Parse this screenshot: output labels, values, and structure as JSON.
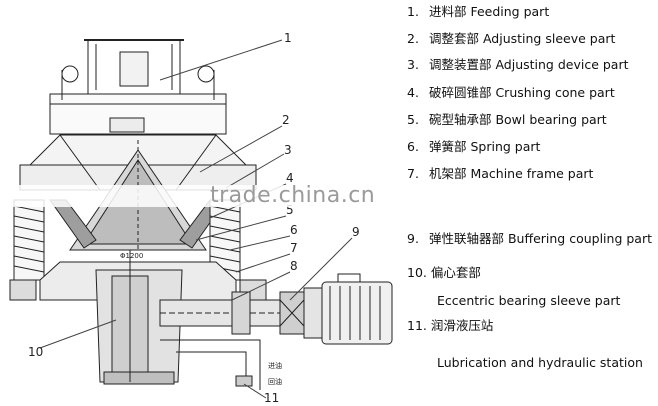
{
  "watermark": "trade.china.cn",
  "legend": [
    {
      "num": "1.",
      "text": "进料部 Feeding part"
    },
    {
      "num": "2.",
      "text": "调整套部 Adjusting sleeve part"
    },
    {
      "num": "3.",
      "text": "调整装置部 Adjusting device part"
    },
    {
      "num": "4.",
      "text": "破碎圆锥部 Crushing cone part"
    },
    {
      "num": "5.",
      "text": "碗型轴承部 Bowl bearing part"
    },
    {
      "num": "6.",
      "text": "弹簧部  Spring part"
    },
    {
      "num": "7.",
      "text": "机架部 Machine frame part"
    },
    {
      "num": "9.",
      "text": "弹性联轴器部 Buffering coupling part"
    },
    {
      "num": "10.",
      "text": "偏心套部"
    },
    {
      "num": "",
      "text": "Eccentric bearing sleeve part"
    },
    {
      "num": "11.",
      "text": "润滑液压站"
    },
    {
      "num": "",
      "text": "Lubrication and hydraulic station"
    }
  ],
  "callouts": [
    "1",
    "2",
    "3",
    "4",
    "5",
    "6",
    "7",
    "8",
    "9",
    "10",
    "11"
  ],
  "drawing_labels": {
    "diameter": "Φ1200",
    "oil_in": "进油",
    "oil_out": "回油"
  }
}
